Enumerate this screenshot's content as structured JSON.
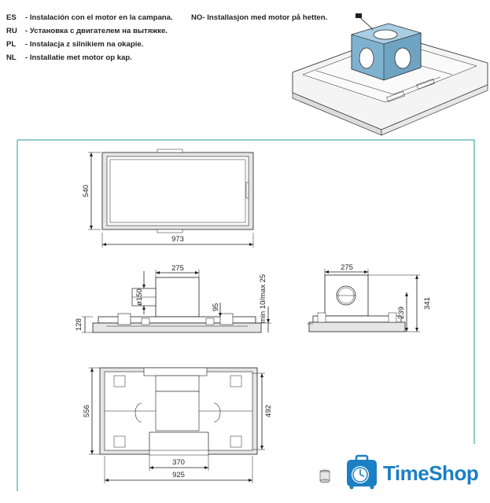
{
  "captions": [
    {
      "code": "ES",
      "text": "Instalación con el motor en la campana."
    },
    {
      "code": "RU",
      "text": "Установка с двигателем на вытяжке."
    },
    {
      "code": "PL",
      "text": "Instalacja z silnikiem na okapie."
    },
    {
      "code": "NL",
      "text": "Installatie met motor op kap."
    }
  ],
  "caption_right": {
    "code": "NO",
    "text": "Installasjon med motor på hetten."
  },
  "dimensions": {
    "top_view_height": "540",
    "top_view_width": "973",
    "front_duct_width": "275",
    "front_duct_diameter": "ø150",
    "front_offset": "95",
    "front_height": "128",
    "front_min_max": "min 10/max 25",
    "side_duct_width": "275",
    "side_height_inner": "239",
    "side_height_total": "341",
    "bottom_height": "556",
    "bottom_inner_height": "492",
    "bottom_inner_width": "370",
    "bottom_width": "925"
  },
  "brand": {
    "name": "TimeShop",
    "color": "#1b7fc4",
    "accent_frame": "#2a9a9a"
  }
}
